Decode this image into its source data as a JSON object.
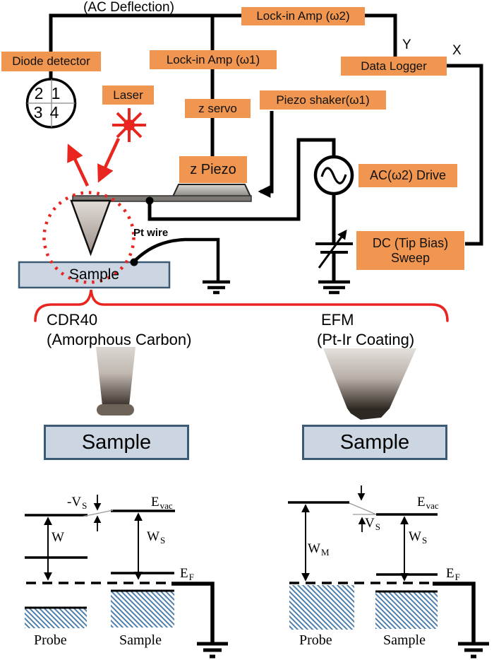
{
  "block_diagram": {
    "ac_deflection": "(AC Deflection)",
    "diode_detector": "Diode detector",
    "lockin_amp_w2": "Lock-in Amp (ω2)",
    "lockin_amp_w1": "Lock-in Amp (ω1)",
    "data_logger": "Data Logger",
    "laser": "Laser",
    "z_servo": "z servo",
    "piezo_shaker": "Piezo shaker(ω1)",
    "z_piezo": "z Piezo",
    "ac_drive": "AC(ω2) Drive",
    "dc_sweep": [
      "DC (Tip Bias)",
      "Sweep"
    ],
    "y_label": "Y",
    "x_label": "X",
    "pt_wire": "Pt wire",
    "sample": "Sample",
    "quadrants": [
      "2",
      "1",
      "3",
      "4"
    ]
  },
  "probes": {
    "left": {
      "name": "CDR40",
      "material": "(Amorphous Carbon)",
      "sample": "Sample"
    },
    "right": {
      "name": "EFM",
      "material": "(Pt-Ir Coating)",
      "sample": "Sample"
    }
  },
  "band_diagrams": {
    "left": {
      "bias": {
        "m": "-V",
        "s": "S"
      },
      "evac": {
        "m": "E",
        "s": "vac"
      },
      "work_probe": {
        "m": "W",
        "s": ""
      },
      "work_sample": {
        "m": "W",
        "s": "S"
      },
      "fermi": {
        "m": "E",
        "s": "F"
      },
      "probe": "Probe",
      "sample": "Sample"
    },
    "right": {
      "bias": {
        "m": "V",
        "s": "S"
      },
      "evac": {
        "m": "E",
        "s": "vac"
      },
      "work_probe": {
        "m": "W",
        "s": "M"
      },
      "work_sample": {
        "m": "W",
        "s": "S"
      },
      "fermi": {
        "m": "E",
        "s": "F"
      },
      "probe": "Probe",
      "sample": "Sample"
    }
  },
  "colors": {
    "accent_orange": "#F09650",
    "laser_red": "#E8251E",
    "sample_fill": "#CCD6E3",
    "sample_border": "#3D5A74",
    "hatch_blue": "#4D7FAE"
  }
}
